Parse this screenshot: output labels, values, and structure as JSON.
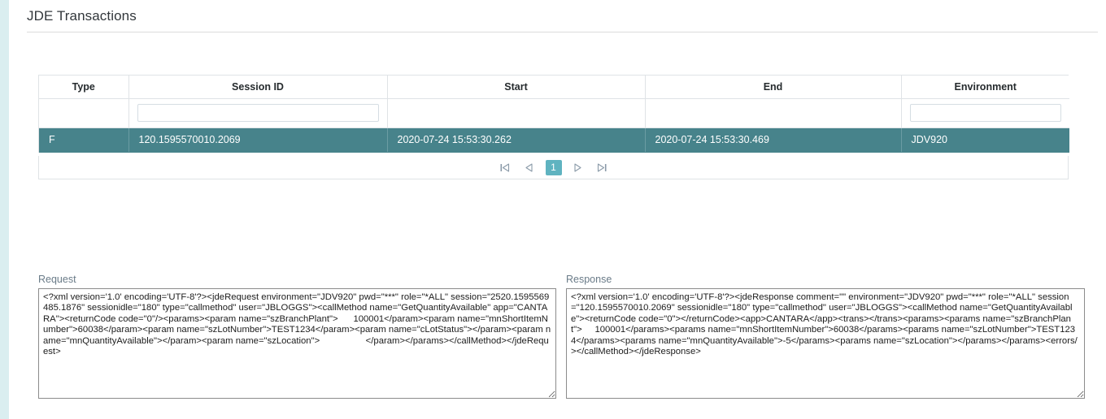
{
  "page": {
    "title": "JDE Transactions"
  },
  "grid": {
    "columns": [
      {
        "key": "type",
        "label": "Type",
        "filter_value": "",
        "has_filter": false
      },
      {
        "key": "session_id",
        "label": "Session ID",
        "filter_value": "",
        "has_filter": true
      },
      {
        "key": "start",
        "label": "Start",
        "filter_value": "",
        "has_filter": false
      },
      {
        "key": "end",
        "label": "End",
        "filter_value": "",
        "has_filter": false
      },
      {
        "key": "environment",
        "label": "Environment",
        "filter_value": "",
        "has_filter": true
      }
    ],
    "rows": [
      {
        "selected": true,
        "type": "F",
        "session_id": "120.1595570010.2069",
        "start": "2020-07-24 15:53:30.262",
        "end": "2020-07-24 15:53:30.469",
        "environment": "JDV920"
      }
    ],
    "selected_row_color": "#47838b"
  },
  "pager": {
    "first_label": "first-page",
    "prev_label": "previous-page",
    "current_page": "1",
    "next_label": "next-page",
    "last_label": "last-page",
    "active_color": "#5fb3c0"
  },
  "request": {
    "label": "Request",
    "value": "<?xml version='1.0' encoding='UTF-8'?><jdeRequest environment=\"JDV920\" pwd=\"***\" role=\"*ALL\" session=\"2520.1595569485.1876\" sessionidle=\"180\" type=\"callmethod\" user=\"JBLOGGS\"><callMethod name=\"GetQuantityAvailable\" app=\"CANTARA\"><returnCode code=\"0\"/><params><param name=\"szBranchPlant\">      100001</param><param name=\"mnShortItemNumber\">60038</param><param name=\"szLotNumber\">TEST1234</param><param name=\"cLotStatus\"></param><param name=\"mnQuantityAvailable\"></param><param name=\"szLocation\">                  </param></params></callMethod></jdeRequest>"
  },
  "response": {
    "label": "Response",
    "value": "<?xml version='1.0' encoding='UTF-8'?><jdeResponse comment=\"\" environment=\"JDV920\" pwd=\"***\" role=\"*ALL\" session=\"120.1595570010.2069\" sessionidle=\"180\" type=\"callmethod\" user=\"JBLOGGS\"><callMethod name=\"GetQuantityAvailable\"><returnCode code=\"0\"></returnCode><app>CANTARA</app><trans></trans><params><params name=\"szBranchPlant\">     100001</params><params name=\"mnShortItemNumber\">60038</params><params name=\"szLotNumber\">TEST1234</params><params name=\"mnQuantityAvailable\">-5</params><params name=\"szLocation\"></params></params><errors/></callMethod></jdeResponse>"
  }
}
